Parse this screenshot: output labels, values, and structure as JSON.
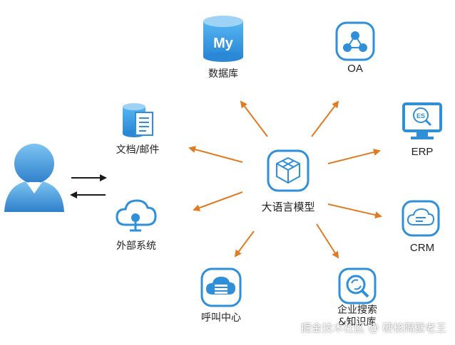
{
  "colors": {
    "accent": "#2f8fd8",
    "accent_light": "#9fd3f5",
    "arrow": "#e07b22",
    "user": "#3a86cc"
  },
  "hub": {
    "label": "大语言模型",
    "icon": "cube-cluster-icon"
  },
  "nodes": {
    "database": {
      "label": "数据库",
      "icon": "mysql-database-icon",
      "icon_text": "My"
    },
    "oa": {
      "label": "OA",
      "icon": "network-nodes-icon"
    },
    "docs": {
      "label": "文档/邮件",
      "icon": "document-database-icon"
    },
    "erp": {
      "label": "ERP",
      "icon": "monitor-es-icon",
      "icon_text": "ES"
    },
    "external": {
      "label": "外部系统",
      "icon": "cloud-system-icon"
    },
    "crm": {
      "label": "CRM",
      "icon": "cloud-chat-icon"
    },
    "callcenter": {
      "label": "呼叫中心",
      "icon": "cloud-server-icon"
    },
    "search": {
      "label_line1": "企业搜索",
      "label_line2": "&知识库",
      "icon": "search-loop-icon"
    }
  },
  "user": {
    "icon": "user-avatar-icon"
  },
  "watermark": "掘金技术社区 @ 硬核隔壁老王"
}
